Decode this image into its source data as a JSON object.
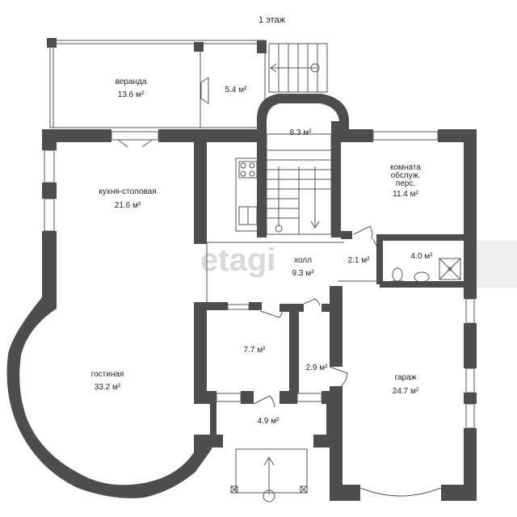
{
  "floor_title": "1 этаж",
  "watermark": "etagi",
  "rooms": {
    "veranda": {
      "name": "веранда",
      "area": "13.6 м²"
    },
    "porch_top": {
      "name": "",
      "area": "5.4 м²"
    },
    "stair": {
      "name": "",
      "area": "8.3 м²"
    },
    "kitchen": {
      "name": "кухня-столовая",
      "area": "21.6 м²"
    },
    "staff_l1": {
      "name": "комната"
    },
    "staff_l2": {
      "name": "обслуж."
    },
    "staff_l3": {
      "name": "перс."
    },
    "staff_area": {
      "area": "11.4 м²"
    },
    "closet": {
      "area": "2.1 м²"
    },
    "bath": {
      "area": "4.0 м²"
    },
    "hall": {
      "name": "холл",
      "area": "9.3 м²"
    },
    "room7": {
      "area": "7.7 м²"
    },
    "room29": {
      "area": "2.9 м²"
    },
    "living": {
      "name": "гостиная",
      "area": "33.2 м²"
    },
    "garage": {
      "name": "гараж",
      "area": "24.7 м²"
    },
    "vestibule": {
      "area": "4.9 м²"
    }
  },
  "colors": {
    "wall": "#4d4d4d",
    "line": "#555555",
    "window": "#ffffff",
    "watermark": "#d9d9d9"
  }
}
